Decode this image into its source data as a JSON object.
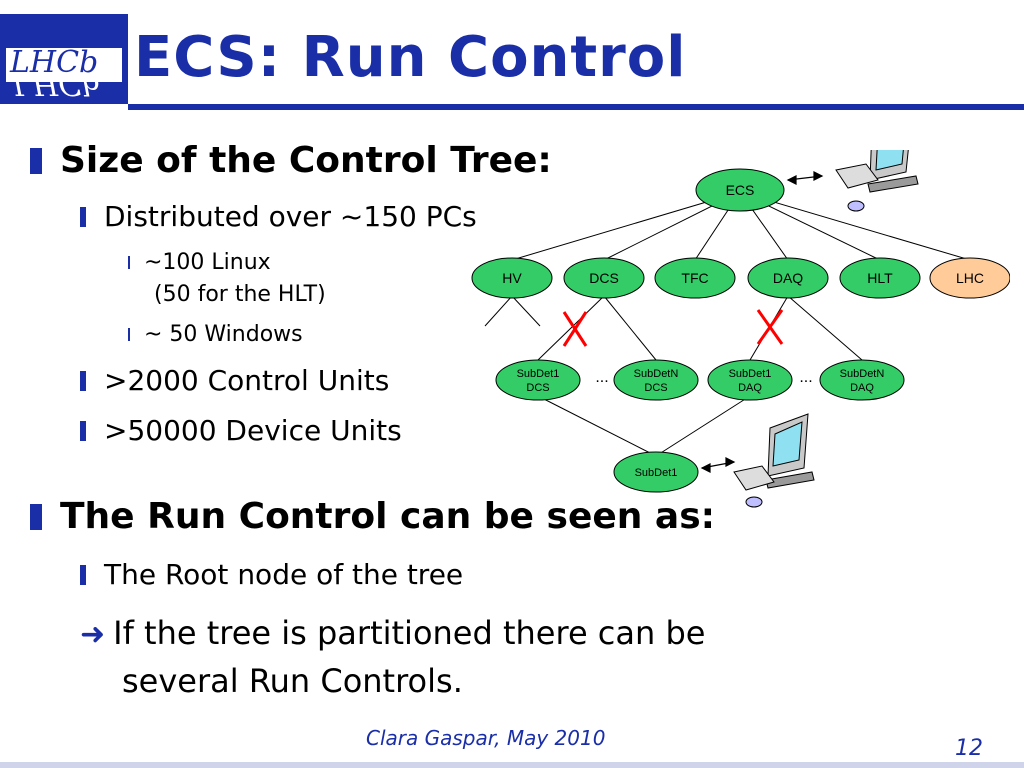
{
  "slide": {
    "title": "ECS: Run Control",
    "logo_text": "LHCb",
    "footer_author": "Clara Gaspar, May 2010",
    "page_number": "12"
  },
  "bullets": {
    "b1": "Size of the Control Tree:",
    "b1_1": "Distributed over ~150 PCs",
    "b1_1_1_line1": "~100 Linux",
    "b1_1_1_line2": "(50 for the HLT)",
    "b1_1_2": "~ 50 Windows",
    "b1_2": ">2000 Control Units",
    "b1_3": ">50000 Device Units",
    "b2": "The Run Control can be seen as:",
    "b2_1": "The Root node of the tree",
    "b2_2_line1": "If the tree is partitioned there can be",
    "b2_2_line2": "several Run Controls."
  },
  "diagram": {
    "root": "ECS",
    "level1": [
      "HV",
      "DCS",
      "TFC",
      "DAQ",
      "HLT",
      "LHC"
    ],
    "level2": [
      {
        "line1": "SubDet1",
        "line2": "DCS"
      },
      {
        "line1": "SubDetN",
        "line2": "DCS"
      },
      {
        "line1": "SubDet1",
        "line2": "DAQ"
      },
      {
        "line1": "SubDetN",
        "line2": "DAQ"
      }
    ],
    "ellipsis": "...",
    "leaf": "SubDet1",
    "colors": {
      "node_green": "#33cc66",
      "node_orange": "#ffcc99",
      "cut_mark": "#ff0000"
    }
  }
}
